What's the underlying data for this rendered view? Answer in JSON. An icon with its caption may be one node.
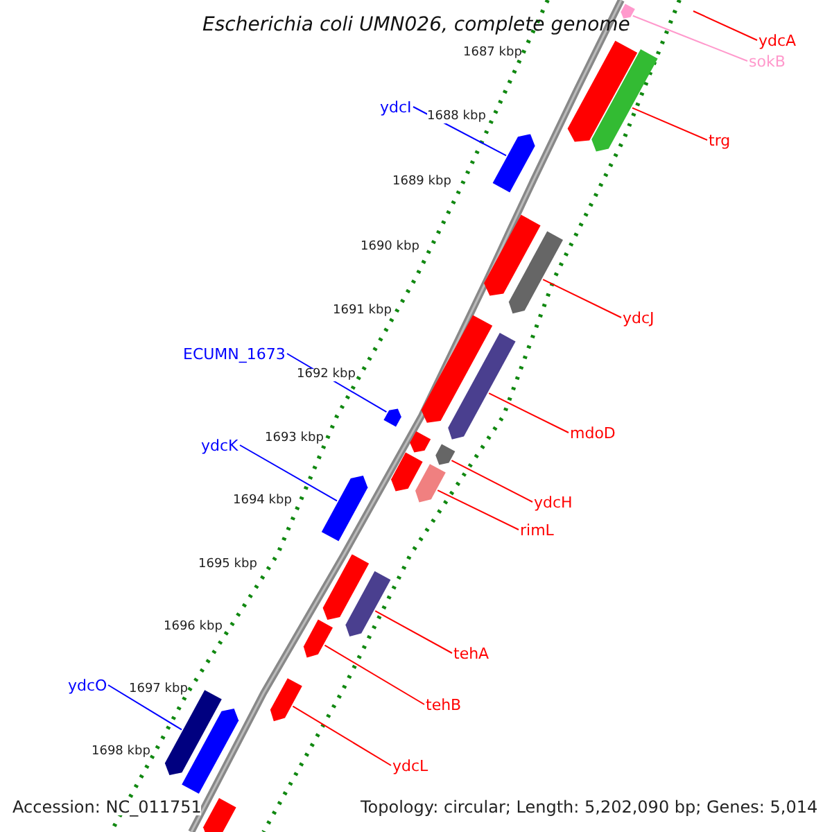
{
  "diagram": {
    "title": "Escherichia coli UMN026, complete genome",
    "nodes": [
      {
        "text": [
          "ydcA"
        ]
      },
      {
        "text": [
          "sokB"
        ]
      },
      {
        "text": [],
        "shape": "bar"
      },
      {
        "text": [
          "trg"
        ]
      },
      {
        "text": [],
        "shape": "bar"
      },
      {
        "text": [
          "ydcI"
        ]
      },
      {
        "text": [],
        "shape": "bar"
      },
      {
        "text": [
          "ydcJ"
        ]
      },
      {
        "text": [],
        "shape": "bar"
      },
      {
        "text": [
          "ECUMN_1673"
        ]
      },
      {
        "text": [],
        "shape": "bar"
      },
      {
        "text": [
          "mdoD"
        ]
      },
      {
        "text": [],
        "shape": "bar"
      },
      {
        "text": [
          "ydcK"
        ]
      },
      {
        "text": [],
        "shape": "bar"
      },
      {
        "text": [
          "ydcH"
        ]
      },
      {
        "text": [],
        "shape": "bar"
      },
      {
        "text": [
          "rimL"
        ]
      },
      {
        "text": [],
        "shape": "bar"
      },
      {
        "text": [
          "tehA"
        ]
      },
      {
        "text": [],
        "shape": "bar"
      },
      {
        "text": [
          "tehB"
        ]
      },
      {
        "text": [],
        "shape": "bar"
      },
      {
        "text": [
          "ydcL"
        ]
      },
      {
        "text": [],
        "shape": "bar"
      },
      {
        "text": [
          "ydcO"
        ]
      },
      {
        "text": [],
        "shape": "bar"
      },
      {
        "text": [],
        "shape": "bar"
      },
      {
        "text": [],
        "shape": "bar"
      },
      {
        "text": [],
        "shape": "bar"
      },
      {
        "text": [],
        "shape": "bar"
      },
      {
        "text": [],
        "shape": "bar"
      },
      {
        "text": [],
        "shape": "bar"
      },
      {
        "text": [],
        "shape": "bar"
      },
      {
        "text": [],
        "shape": "bar"
      }
    ],
    "edges": [
      {
        "from": 0,
        "to": null,
        "arrow": "none",
        "color": "#ff0000"
      },
      {
        "from": 1,
        "to": 2,
        "arrow": "none",
        "color": "#ff99cc"
      },
      {
        "from": 3,
        "to": 4,
        "arrow": "none",
        "color": "#ff0000"
      },
      {
        "from": 5,
        "to": 6,
        "arrow": "none",
        "color": "#0000ff"
      },
      {
        "from": 7,
        "to": 8,
        "arrow": "none",
        "color": "#ff0000"
      },
      {
        "from": 9,
        "to": 10,
        "arrow": "none",
        "color": "#0000ff"
      },
      {
        "from": 11,
        "to": 12,
        "arrow": "none",
        "color": "#ff0000"
      },
      {
        "from": 13,
        "to": 14,
        "arrow": "none",
        "color": "#0000ff"
      },
      {
        "from": 15,
        "to": 16,
        "arrow": "none",
        "color": "#ff0000"
      },
      {
        "from": 17,
        "to": 18,
        "arrow": "none",
        "color": "#ff0000"
      },
      {
        "from": 19,
        "to": 20,
        "arrow": "none",
        "color": "#ff0000"
      },
      {
        "from": 21,
        "to": 22,
        "arrow": "none",
        "color": "#ff0000"
      },
      {
        "from": 23,
        "to": 24,
        "arrow": "none",
        "color": "#ff0000"
      },
      {
        "from": 25,
        "to": 26,
        "arrow": "none",
        "color": "#0000ff"
      }
    ],
    "labels": [
      "1687 kbp",
      "1688 kbp",
      "1689 kbp",
      "1690 kbp",
      "1691 kbp",
      "1692 kbp",
      "1693 kbp",
      "1694 kbp",
      "1695 kbp",
      "1696 kbp",
      "1697 kbp",
      "1698 kbp",
      "Accession: NC_011751",
      "Topology: circular; Length: 5,202,090 bp; Genes: 5,014"
    ]
  }
}
